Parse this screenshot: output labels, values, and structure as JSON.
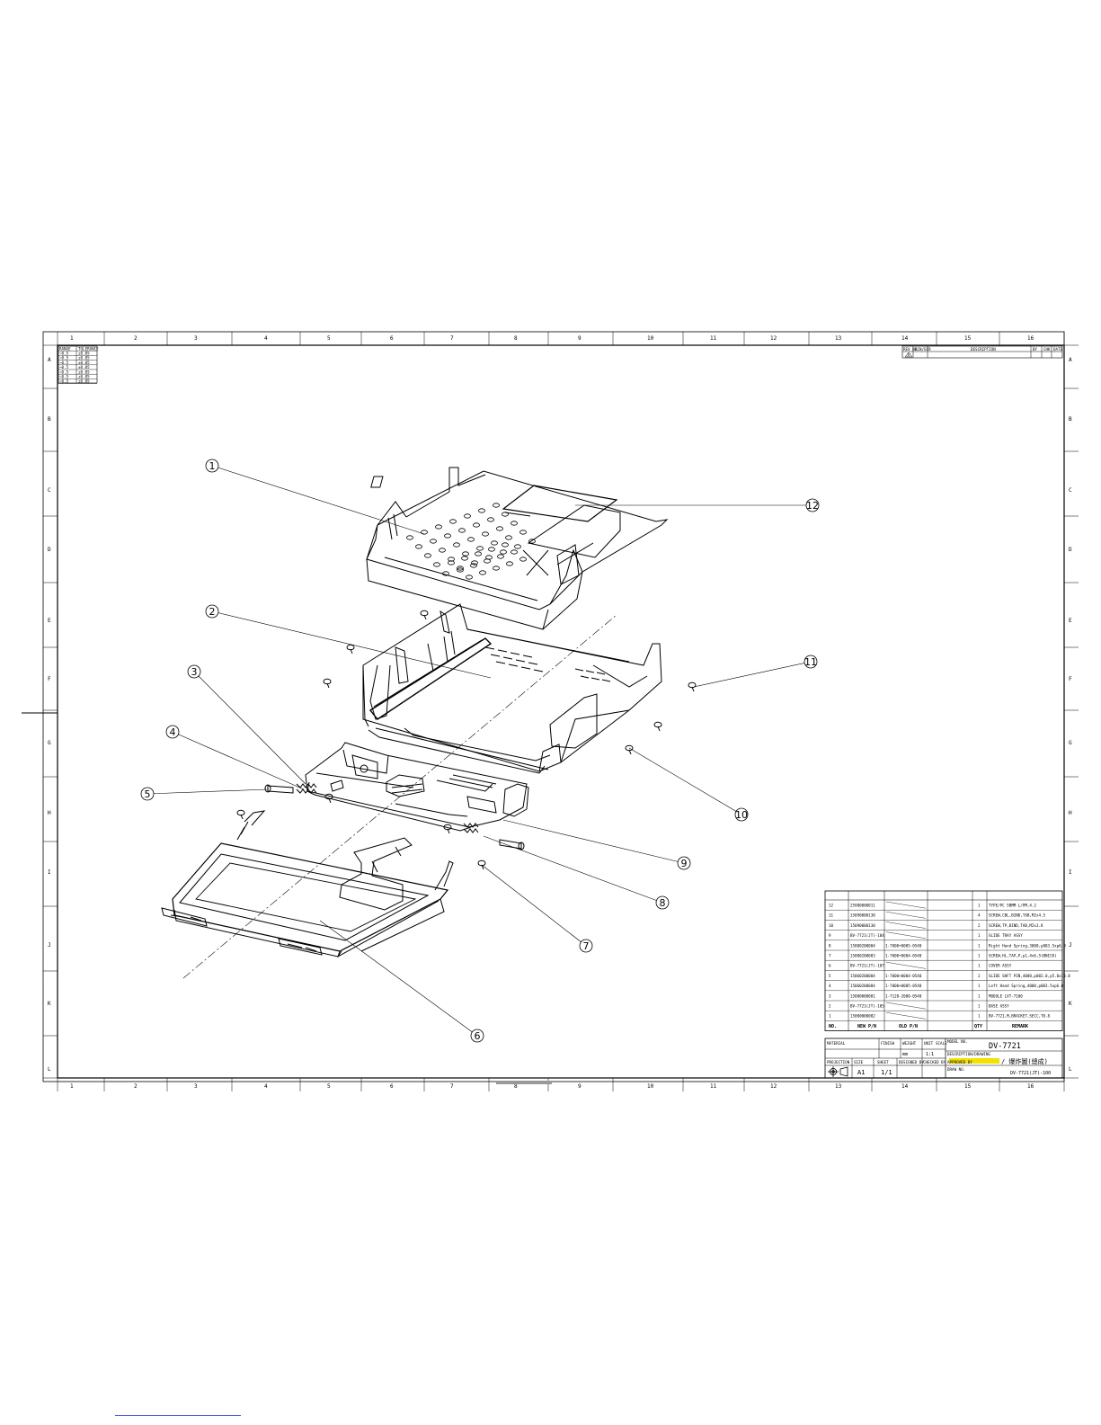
{
  "grid": {
    "columns": [
      "1",
      "2",
      "3",
      "4",
      "5",
      "6",
      "7",
      "8",
      "9",
      "10",
      "11",
      "12",
      "13",
      "14",
      "15",
      "16"
    ],
    "rows": [
      "A",
      "B",
      "C",
      "D",
      "E",
      "F",
      "G",
      "H",
      "I",
      "J",
      "K",
      "L"
    ]
  },
  "tolerance_table": {
    "headers": [
      "RANGE",
      "TOLERANCE"
    ],
    "rows": [
      [
        "~0.5",
        "±0.05"
      ],
      [
        "~0.5",
        "±0.05"
      ],
      [
        "~0.5",
        "±0.05"
      ],
      [
        "~0.5",
        "±0.05"
      ],
      [
        "~0.5",
        "±0.05"
      ],
      [
        "~0.5",
        "±0.05"
      ],
      [
        "~0.5",
        "±0.05"
      ]
    ]
  },
  "revision_block": {
    "headers": [
      "REV NO.",
      "ECN/ECR",
      "DESCRIPTION",
      "BY",
      "CHK",
      "DATE"
    ],
    "mark": "A"
  },
  "callouts": [
    "1",
    "2",
    "3",
    "4",
    "5",
    "6",
    "7",
    "8",
    "9",
    "10",
    "11",
    "12"
  ],
  "bom": {
    "rows": [
      {
        "no": "12",
        "new_pn": "25900000011",
        "old_pn": "",
        "qty": "1",
        "remark": "TYPE/PC 5BMM L/PM,4.2"
      },
      {
        "no": "11",
        "new_pn": "15090000130",
        "old_pn": "",
        "qty": "4",
        "remark": "SCREW,CBL,BIND,TAB,M2x4.5"
      },
      {
        "no": "10",
        "new_pn": "15090000130",
        "old_pn": "",
        "qty": "2",
        "remark": "SCREW,TP,BIND,TAB,M2x3.8"
      },
      {
        "no": "9",
        "new_pn": "BV-7721(JT)-104",
        "old_pn": "",
        "qty": "1",
        "remark": "SLIDE TRAY ASSY"
      },
      {
        "no": "8",
        "new_pn": "15000200004",
        "old_pn": "1-7000+0005-0540",
        "qty": "1",
        "remark": "Right Hand Spring,3000,p003.5xp6.0"
      },
      {
        "no": "7",
        "new_pn": "15000200003",
        "old_pn": "1-7000+0004-0540",
        "qty": "1",
        "remark": "SCREW,HL,TAP,P,p1,4x6,5(BNICK)"
      },
      {
        "no": "6",
        "new_pn": "BV-7721(JT)-107",
        "old_pn": "",
        "qty": "1",
        "remark": "COVER ASSY"
      },
      {
        "no": "5",
        "new_pn": "15060200004",
        "old_pn": "1-7000+0004-0540",
        "qty": "2",
        "remark": "SLIDE SHFT PIN,4000,p002.0,p5.0x13.8"
      },
      {
        "no": "4",
        "new_pn": "15060200004",
        "old_pn": "1-7000+0005-0540",
        "qty": "1",
        "remark": "Left Hand Spring,4000,p003.5xp6.0"
      },
      {
        "no": "3",
        "new_pn": "15000000001",
        "old_pn": "1-7120-2000-0540",
        "qty": "1",
        "remark": "MODULE LVT-7100"
      },
      {
        "no": "2",
        "new_pn": "BV-7721(JT)-105",
        "old_pn": "",
        "qty": "1",
        "remark": "BASE ASSY"
      },
      {
        "no": "1",
        "new_pn": "15000000002",
        "old_pn": "",
        "qty": "1",
        "remark": "BV-7721,M,BRACKET,SECC,T0.8"
      }
    ],
    "header": {
      "no": "NO.",
      "new_pn": "NEW P/N",
      "old_pn": "OLD P/N",
      "qty": "QTY",
      "remark": "REMARK"
    }
  },
  "title_block": {
    "labels": {
      "material": "MATERIAL",
      "finish": "FINISH",
      "weight": "WEIGHT",
      "unit": "UNIT",
      "scale": "SCALE",
      "model_no": "MODEL NO.",
      "description": "DESCRIPTION/DRAWING",
      "projection": "PROJECTION",
      "size": "SIZE",
      "sheet": "SHEET",
      "designed_by": "DESIGNED BY",
      "checked_by": "CHECKED BY",
      "approved_by": "APPROVED BY",
      "draw_no": "DRAW NO."
    },
    "unit": "mm",
    "scale": "1:1",
    "model_no": "DV-7721",
    "description": "/ 爆炸圖(總成)",
    "size": "A1",
    "sheet": "1/1",
    "draw_no": "DV-7721(JT)-100"
  },
  "colors": {
    "line": "#000000",
    "highlight": "#f2e200",
    "link": "#3b5bd6"
  }
}
